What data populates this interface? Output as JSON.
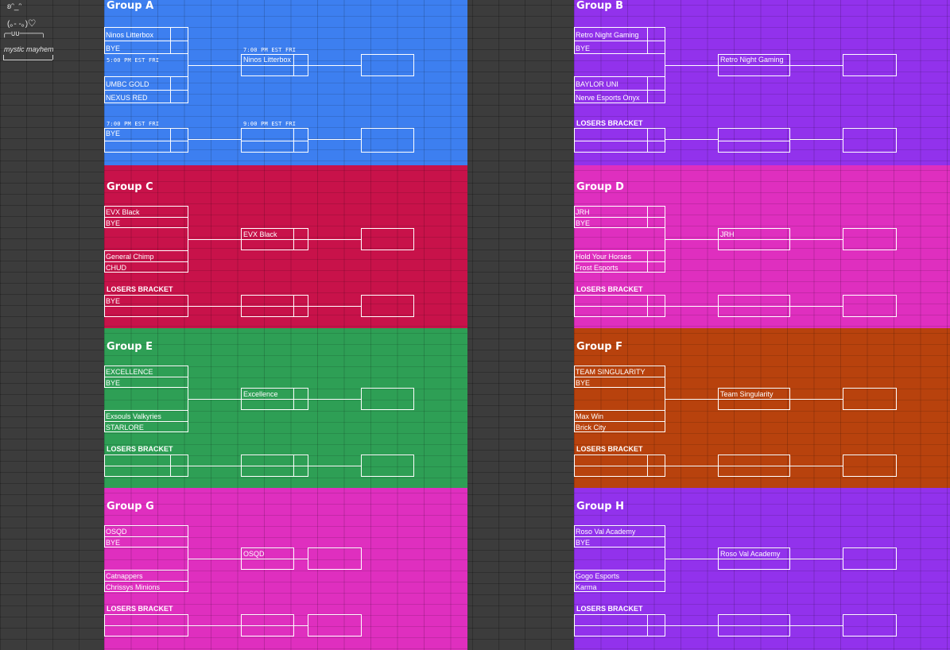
{
  "sidebar": {
    "face1": "ʚᵔ_ᵔ",
    "face2": "(｡- -｡)♡",
    "line": "╭─∪∪─────╮",
    "title": "mystic mayhem"
  },
  "colors": {
    "blue": "#3d7ff0",
    "purple": "#9232ec",
    "crimson": "#c8124a",
    "magenta": "#df2fbf",
    "green": "#2e9f55",
    "orange": "#b8420d"
  },
  "groups": {
    "A": {
      "title": "Group A",
      "teams": [
        "Ninos Litterbox",
        "BYE",
        "UMBC GOLD",
        "NEXUS RED"
      ],
      "winner": "Ninos Litterbox",
      "time1": "5:00 PM EST FRI",
      "time2": "7:00 PM EST FRI",
      "time3": "7:00 PM EST FRI",
      "time4": "9:00 PM EST FRI",
      "losers_first": "BYE"
    },
    "B": {
      "title": "Group B",
      "teams": [
        "Retro Night Gaming",
        "BYE",
        "BAYLOR UNI",
        "Nerve Esports Onyx"
      ],
      "winner": "Retro Night Gaming",
      "losers_label": "LOSERS BRACKET"
    },
    "C": {
      "title": "Group C",
      "teams": [
        "EVX Black",
        "BYE",
        "General Chimp",
        "CHUD"
      ],
      "winner": "EVX Black",
      "losers_label": "LOSERS BRACKET",
      "losers_first": "BYE"
    },
    "D": {
      "title": "Group D",
      "teams": [
        "JRH",
        "BYE",
        "Hold Your Horses",
        "Frost Esports"
      ],
      "winner": "JRH",
      "losers_label": "LOSERS BRACKET"
    },
    "E": {
      "title": "Group E",
      "teams": [
        "EXCELLENCE",
        "BYE",
        "Exsouls Valkyries",
        "STARLORE"
      ],
      "winner": "Excellence",
      "losers_label": "LOSERS BRACKET"
    },
    "F": {
      "title": "Group F",
      "teams": [
        "TEAM SINGULARITY",
        "BYE",
        "Max Win",
        "Brick City"
      ],
      "winner": "Team Singularity",
      "losers_label": "LOSERS BRACKET"
    },
    "G": {
      "title": "Group G",
      "teams": [
        "OSQD",
        "BYE",
        "Catnappers",
        "Chrissys Minions"
      ],
      "winner": "OSQD",
      "losers_label": "LOSERS BRACKET"
    },
    "H": {
      "title": "Group H",
      "teams": [
        "Roso Val Academy",
        "BYE",
        "Gogo Esports",
        "Karma"
      ],
      "winner": "Roso Val Academy",
      "losers_label": "LOSERS BRACKET"
    }
  }
}
